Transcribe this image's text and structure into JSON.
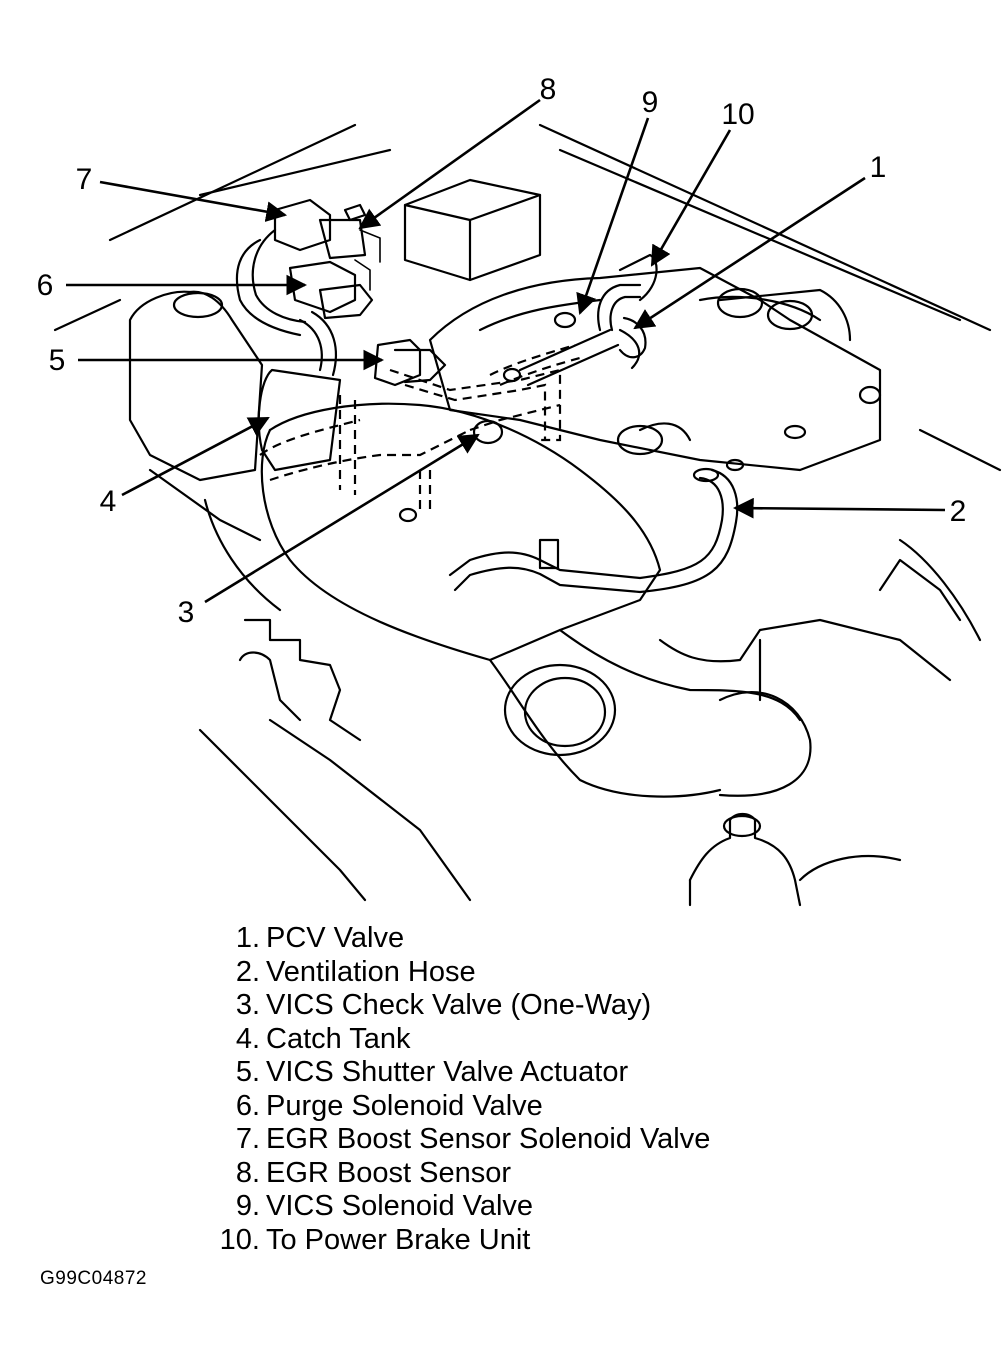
{
  "callouts": {
    "c1": "1",
    "c2": "2",
    "c3": "3",
    "c4": "4",
    "c5": "5",
    "c6": "6",
    "c7": "7",
    "c8": "8",
    "c9": "9",
    "c10": "10"
  },
  "legend": [
    {
      "num": "1.",
      "text": "PCV Valve"
    },
    {
      "num": "2.",
      "text": "Ventilation Hose"
    },
    {
      "num": "3.",
      "text": "VICS Check Valve (One-Way)"
    },
    {
      "num": "4.",
      "text": "Catch Tank"
    },
    {
      "num": "5.",
      "text": "VICS Shutter Valve Actuator"
    },
    {
      "num": "6.",
      "text": "Purge Solenoid Valve"
    },
    {
      "num": "7.",
      "text": "EGR Boost Sensor Solenoid Valve"
    },
    {
      "num": "8.",
      "text": "EGR Boost Sensor"
    },
    {
      "num": "9.",
      "text": "VICS Solenoid Valve"
    },
    {
      "num": "10.",
      "text": "To Power Brake Unit"
    }
  ],
  "figure_id": "G99C04872"
}
